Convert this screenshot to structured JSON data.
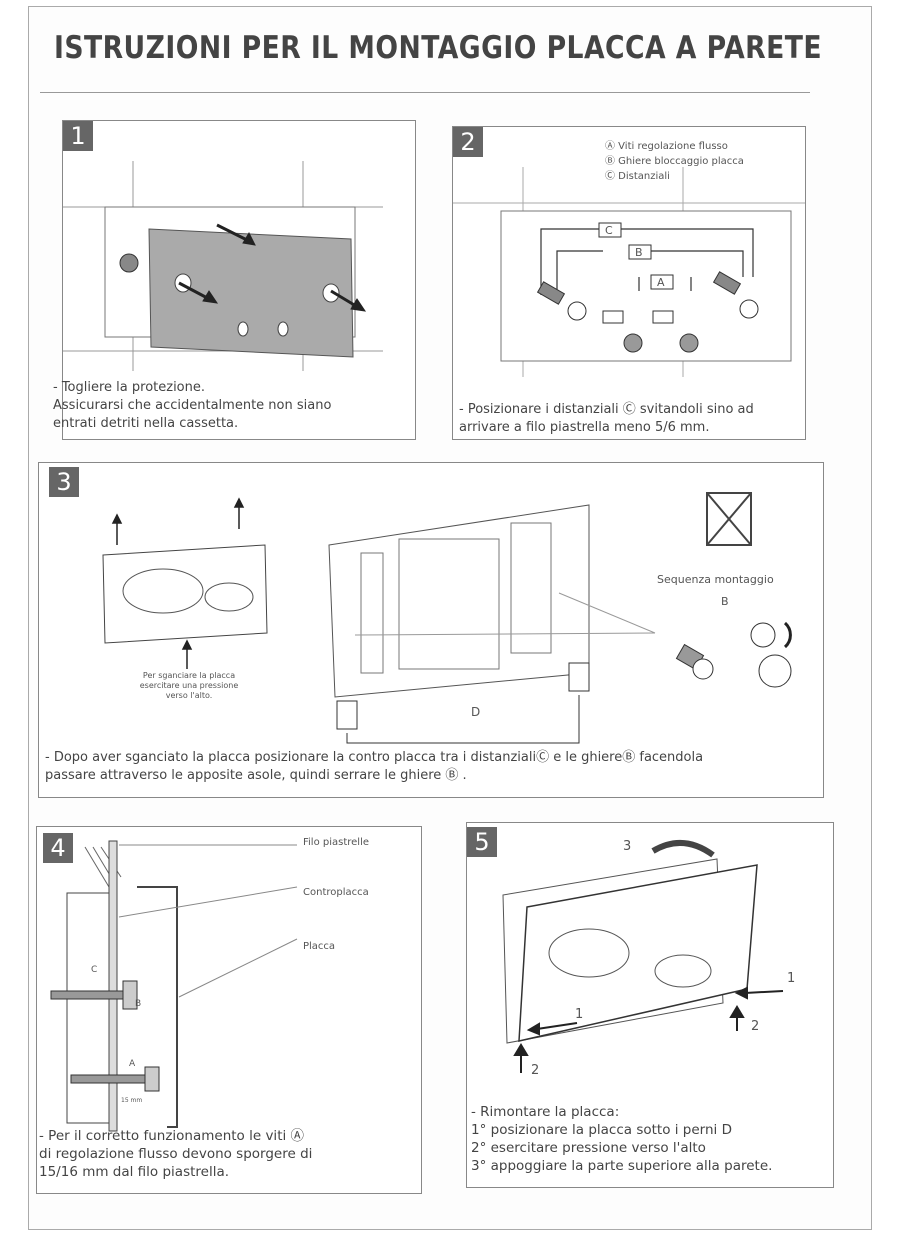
{
  "title": "ISTRUZIONI PER IL MONTAGGIO PLACCA A PARETE",
  "panels": {
    "p1": {
      "number": "1",
      "caption": "- Togliere la protezione.\n  Assicurarsi che accidentalmente non siano\n  entrati detriti nella cassetta."
    },
    "p2": {
      "number": "2",
      "legend": [
        "Ⓐ Viti regolazione flusso",
        "Ⓑ Ghiere bloccaggio placca",
        "Ⓒ Distanziali"
      ],
      "callouts": {
        "a": "A",
        "b": "B",
        "c": "C"
      },
      "caption": "- Posizionare i distanziali Ⓒ svitandoli sino ad\n  arrivare a filo piastrella meno 5/6 mm."
    },
    "p3": {
      "number": "3",
      "plate_note": "Per sganciare la placca\nesercitare una pressione\nverso l'alto.",
      "sequence_label": "Sequenza montaggio",
      "sequence_b": "B",
      "d_label": "D",
      "caption": "- Dopo aver sganciato la placca posizionare la contro placca tra i distanzialiⒸ e le ghiereⒷ facendola\n  passare attraverso le apposite asole, quindi serrare le ghiere Ⓑ ."
    },
    "p4": {
      "number": "4",
      "labels": {
        "filo": "Filo piastrelle",
        "contro": "Controplacca",
        "placca": "Placca"
      },
      "marks": {
        "c": "C",
        "b": "B",
        "a": "A",
        "mm": "15 mm"
      },
      "caption": "- Per il corretto funzionamento le viti Ⓐ\n  di regolazione flusso devono sporgere di\n  15/16 mm dal filo piastrella."
    },
    "p5": {
      "number": "5",
      "steps": {
        "s3": "3",
        "s1a": "1",
        "s1b": "1",
        "s2a": "2",
        "s2b": "2"
      },
      "caption": "- Rimontare la placca:\n  1° posizionare la placca sotto i perni D\n  2° esercitare pressione verso l'alto\n  3° appoggiare la parte superiore alla parete."
    }
  }
}
